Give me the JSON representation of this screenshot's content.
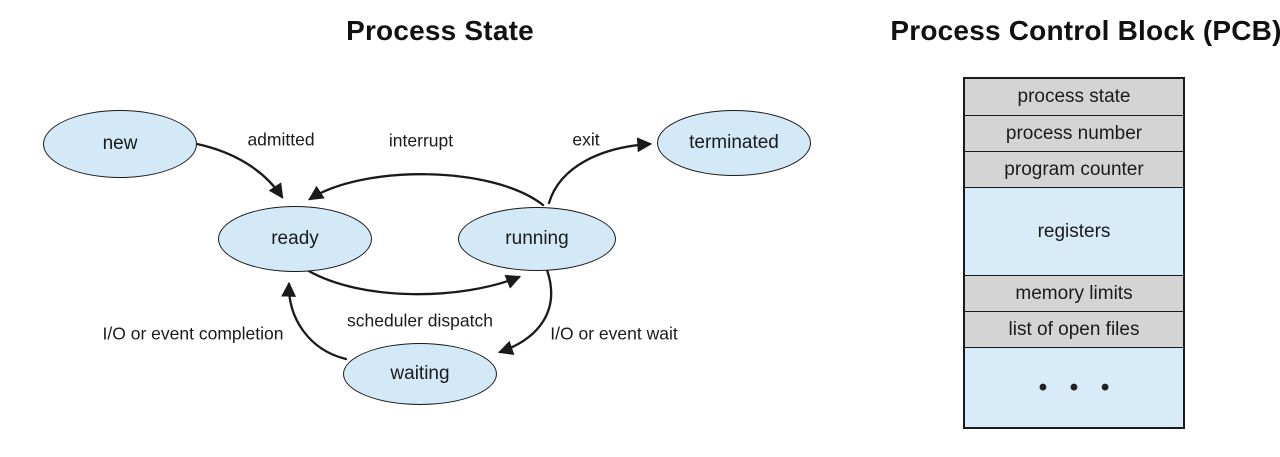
{
  "diagram": {
    "title": "Process State",
    "states": [
      {
        "label": "new"
      },
      {
        "label": "ready"
      },
      {
        "label": "running"
      },
      {
        "label": "waiting"
      },
      {
        "label": "terminated"
      }
    ],
    "transitions": [
      {
        "label": "admitted",
        "from": "new",
        "to": "ready"
      },
      {
        "label": "interrupt",
        "from": "running",
        "to": "ready"
      },
      {
        "label": "exit",
        "from": "running",
        "to": "terminated"
      },
      {
        "label": "scheduler dispatch",
        "from": "ready",
        "to": "running"
      },
      {
        "label": "I/O or event wait",
        "from": "running",
        "to": "waiting"
      },
      {
        "label": "I/O or event completion",
        "from": "waiting",
        "to": "ready"
      }
    ]
  },
  "pcb": {
    "title": "Process Control Block (PCB)",
    "rows": [
      {
        "label": "process state",
        "style": "gray"
      },
      {
        "label": "process number",
        "style": "gray"
      },
      {
        "label": "program counter",
        "style": "gray"
      },
      {
        "label": "registers",
        "style": "blue"
      },
      {
        "label": "memory limits",
        "style": "gray"
      },
      {
        "label": "list of open files",
        "style": "gray"
      },
      {
        "label": "• • •",
        "style": "blue"
      }
    ]
  },
  "colors": {
    "node_fill": "#d3e9f7",
    "cell_gray": "#d4d4d4",
    "cell_blue": "#d7ebf8",
    "line": "#1a1a1a",
    "background": "#ffffff"
  }
}
